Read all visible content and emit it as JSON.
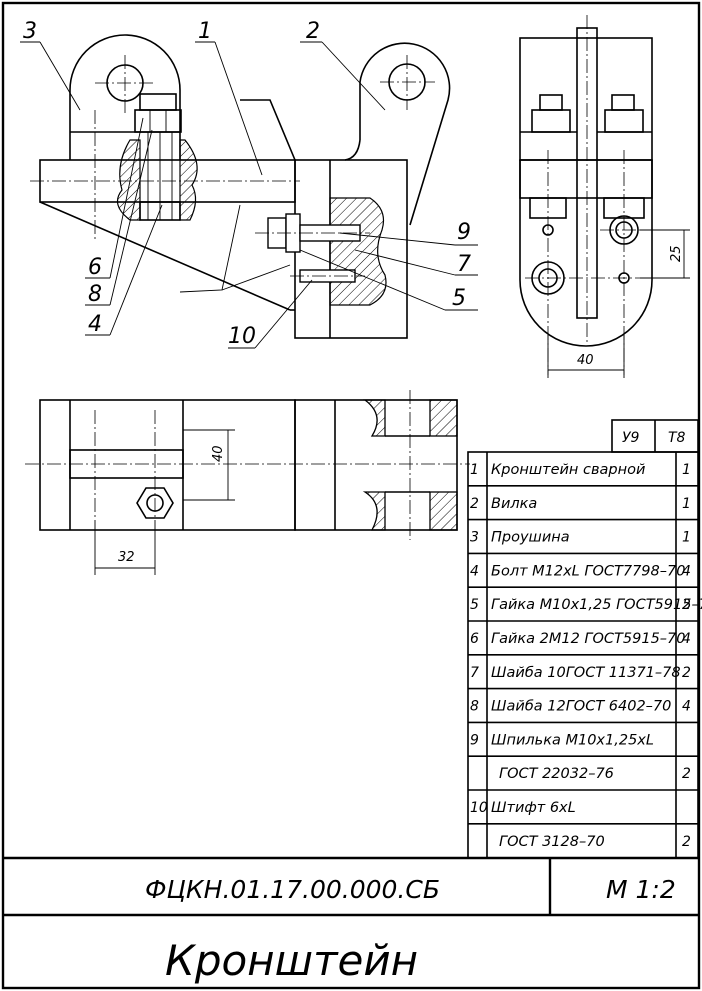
{
  "callouts": [
    "1",
    "2",
    "3",
    "4",
    "5",
    "6",
    "7",
    "8",
    "9",
    "10"
  ],
  "dimensions": {
    "d25": "25",
    "d40_top": "40",
    "d40_plan": "40",
    "d32": "32"
  },
  "spec_header": {
    "c1": "У9",
    "c2": "Т8"
  },
  "spec_rows": [
    {
      "pos": "1",
      "name": "Кронштейн сварной",
      "qty": "1"
    },
    {
      "pos": "2",
      "name": "Вилка",
      "qty": "1"
    },
    {
      "pos": "3",
      "name": "Проушина",
      "qty": "1"
    },
    {
      "pos": "4",
      "name": "Болт М12xL ГОСТ7798–70",
      "qty": "4"
    },
    {
      "pos": "5",
      "name": "Гайка М10x1,25 ГОСТ5915–70",
      "qty": "2"
    },
    {
      "pos": "6",
      "name": "Гайка 2М12 ГОСТ5915–70",
      "qty": "4"
    },
    {
      "pos": "7",
      "name": "Шайба 10ГОСТ 11371–78",
      "qty": "2"
    },
    {
      "pos": "8",
      "name": "Шайба 12ГОСТ 6402–70",
      "qty": "4"
    },
    {
      "pos": "9",
      "name": "Шпилька М10x1,25xL",
      "qty": ""
    },
    {
      "pos": "",
      "name": "ГОСТ 22032–76",
      "qty": "2"
    },
    {
      "pos": "10",
      "name": "Штифт 6xL",
      "qty": ""
    },
    {
      "pos": "",
      "name": "ГОСТ 3128–70",
      "qty": "2"
    }
  ],
  "title_block": {
    "code": "ФЦКН.01.17.00.000.СБ",
    "scale": "М 1:2",
    "name": "Кронштейн"
  }
}
